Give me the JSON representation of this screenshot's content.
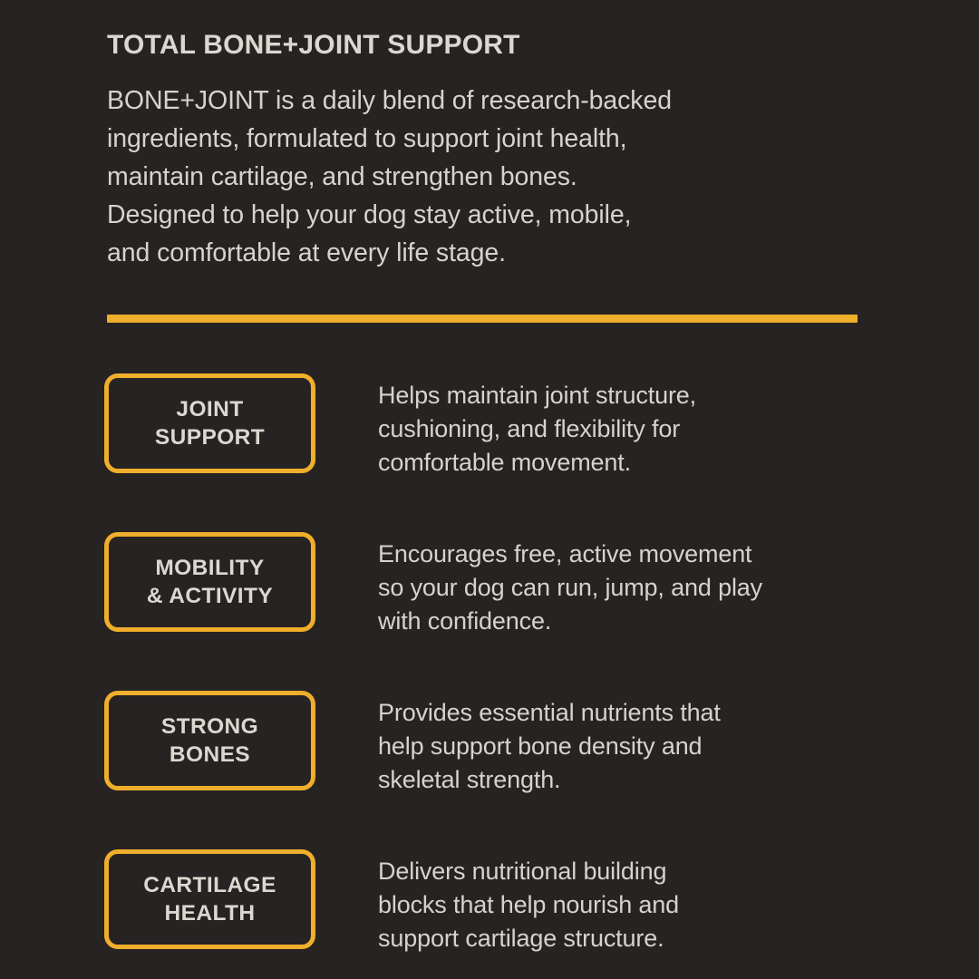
{
  "theme": {
    "background": "#262322",
    "accent_gold": "#EFAE2B",
    "text_color": "#D7D3CC",
    "heading_color": "#DCD8D1"
  },
  "header": {
    "title": "TOTAL BONE+JOINT SUPPORT"
  },
  "intro": {
    "lines": [
      "BONE+JOINT is a daily blend of research-backed",
      "ingredients, formulated to support joint health,",
      "maintain cartilage, and strengthen bones.",
      "Designed to help your dog stay active, mobile,",
      "and comfortable at every life stage."
    ],
    "text": "BONE+JOINT is a daily blend of research-backed ingredients, formulated to support joint health, maintain cartilage, and strengthen bones. Designed to help your dog stay active, mobile, and comfortable at every life stage."
  },
  "features": [
    {
      "badge_lines": [
        "JOINT",
        "SUPPORT"
      ],
      "badge_label": "JOINT SUPPORT",
      "desc_lines": [
        "Helps maintain joint structure,",
        "cushioning, and flexibility for",
        "comfortable movement."
      ],
      "description": "Helps maintain joint structure, cushioning, and flexibility for comfortable movement."
    },
    {
      "badge_lines": [
        "MOBILITY",
        "& ACTIVITY"
      ],
      "badge_label": "MOBILITY & ACTIVITY",
      "desc_lines": [
        "Encourages free, active movement",
        "so your dog can run, jump, and play",
        "with confidence."
      ],
      "description": "Encourages free, active movement so your dog can run, jump, and play with confidence."
    },
    {
      "badge_lines": [
        "STRONG",
        "BONES"
      ],
      "badge_label": "STRONG BONES",
      "desc_lines": [
        "Provides essential nutrients that",
        "help support bone density and",
        "skeletal strength."
      ],
      "description": "Provides essential nutrients that help support bone density and skeletal strength."
    },
    {
      "badge_lines": [
        "CARTILAGE",
        "HEALTH"
      ],
      "badge_label": "CARTILAGE HEALTH",
      "desc_lines": [
        "Delivers nutritional building",
        "blocks that help nourish and",
        "support cartilage structure."
      ],
      "description": "Delivers nutritional building blocks that help nourish and support cartilage structure."
    }
  ]
}
